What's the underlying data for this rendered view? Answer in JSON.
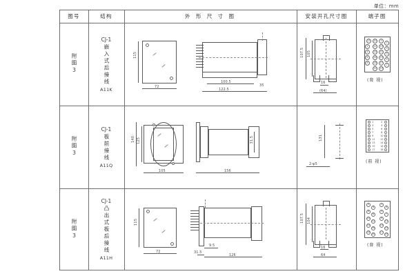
{
  "unit_note": "单位：mm",
  "table": {
    "headers": [
      {
        "key": "fig_no",
        "label": "图号"
      },
      {
        "key": "structure",
        "label": "结构"
      },
      {
        "key": "outline",
        "label": "外 形 尺 寸 图"
      },
      {
        "key": "mounting",
        "label": "安装开孔尺寸图"
      },
      {
        "key": "terminal",
        "label": "端子图"
      }
    ],
    "rows": [
      {
        "fig_no": "附图3",
        "model": "CJ-1",
        "structure": "嵌入式后接线",
        "code": "A11K",
        "outline_dims": {
          "front_height": "115",
          "front_width": "72",
          "side_depth_inner": "100.5",
          "side_depth_total": "122.5",
          "side_flange": "35"
        },
        "mounting_dims": {
          "outer_height": "107.5",
          "inner_height": "105",
          "slot_width": "16",
          "base_width": "(64)"
        },
        "terminal": {
          "caption": "(背 视)",
          "layout": "grid-4col",
          "numbers": [
            "11",
            "10",
            "9",
            "1",
            "2",
            "12",
            "13",
            "3",
            "4",
            "14",
            "11",
            "3",
            "6",
            "16",
            "15",
            "5",
            "8",
            "18",
            "17",
            "7",
            "20",
            "19"
          ]
        }
      },
      {
        "fig_no": "附图3",
        "model": "CJ-1",
        "structure": "板前接线",
        "code": "A11Q",
        "outline_dims": {
          "front_height_outer": "140",
          "front_height_inner": "125",
          "front_width": "105",
          "side_depth": "156",
          "side_height": "31.5"
        },
        "mounting_dims": {
          "hole_pitch": "131",
          "hole_spec": "2-φ5"
        },
        "terminal": {
          "caption": "(前 视)",
          "layout": "two-column",
          "left_numbers": [
            "1",
            "3",
            "5",
            "7",
            "9",
            "11",
            "13",
            "15",
            "17",
            "19"
          ],
          "right_numbers": [
            "2",
            "4",
            "6",
            "8",
            "10",
            "12",
            "14",
            "16",
            "18",
            "20"
          ]
        }
      },
      {
        "fig_no": "附图3",
        "model": "CJ-1",
        "structure": "凸出式板后接线",
        "code": "A11H",
        "outline_dims": {
          "front_height": "115",
          "front_width": "72",
          "side_flange": "31.5",
          "side_step": "9.5",
          "side_depth": "126"
        },
        "mounting_dims": {
          "outer_height": "107.5",
          "inner_height": "104",
          "slot_width": "16",
          "base_width": "64"
        },
        "terminal": {
          "caption": "(背 视)",
          "layout": "grid-4col",
          "numbers": [
            "2",
            "1",
            "4",
            "3",
            "6",
            "5",
            "8",
            "7",
            "10",
            "9",
            "12",
            "11",
            "14",
            "13",
            "16",
            "15",
            "18",
            "17",
            "20",
            "19"
          ]
        }
      }
    ]
  }
}
